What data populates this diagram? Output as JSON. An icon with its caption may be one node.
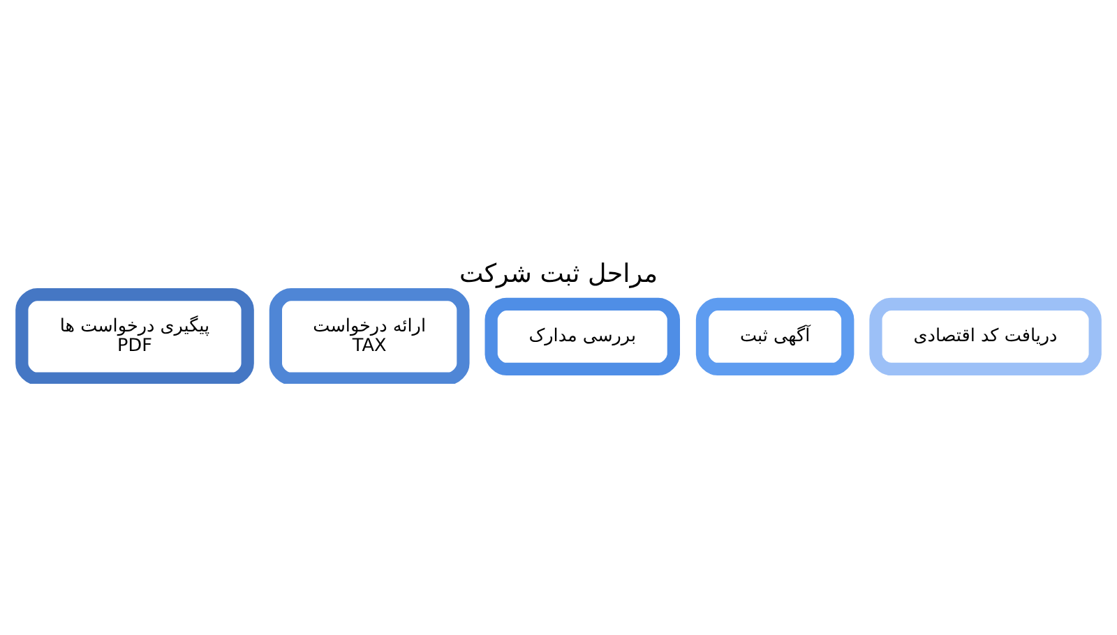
{
  "diagram": {
    "title": "مراحل ثبت شرکت",
    "nodes": [
      {
        "text": [
          "دریافت کد اقتصادی"
        ]
      },
      {
        "text": [
          "آگهی ثبت"
        ]
      },
      {
        "text": [
          "بررسی مدارک"
        ]
      },
      {
        "text": [
          "ارائه درخواست",
          "TAX"
        ]
      },
      {
        "text": [
          "پیگیری درخواست ها",
          "PDF"
        ]
      }
    ]
  }
}
